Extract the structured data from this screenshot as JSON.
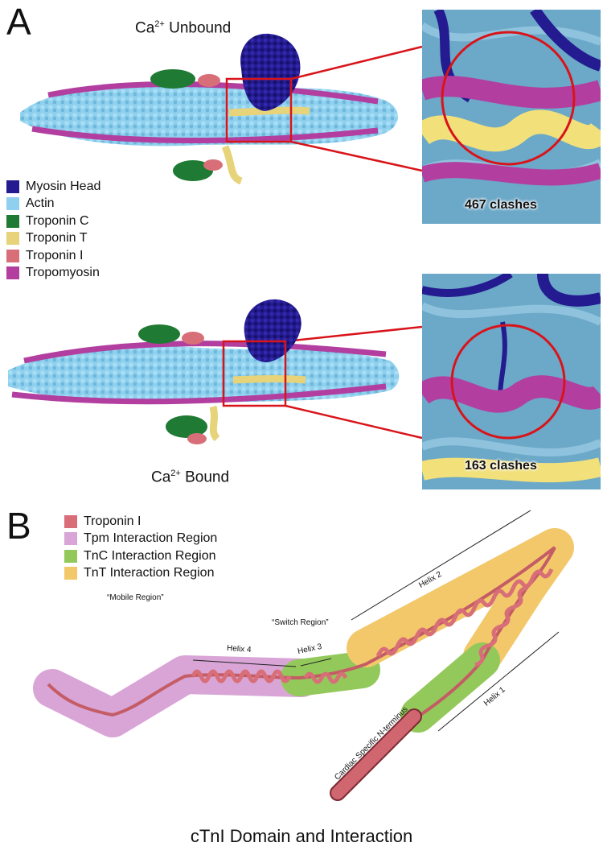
{
  "panel_a": {
    "letter": "A",
    "unbound_label": {
      "prefix": "Ca",
      "sup": "2+",
      "suffix": " Unbound"
    },
    "bound_label": {
      "prefix": "Ca",
      "sup": "2+",
      "suffix": " Bound"
    },
    "legend": [
      {
        "label": "Myosin Head",
        "color": "#231b8f"
      },
      {
        "label": "Actin",
        "color": "#8fd0ee"
      },
      {
        "label": "Troponin C",
        "color": "#1f7a33"
      },
      {
        "label": "Troponin T",
        "color": "#e6d37a"
      },
      {
        "label": "Troponin I",
        "color": "#d86f78"
      },
      {
        "label": "Tropomyosin",
        "color": "#b23fa0"
      }
    ],
    "unbound_clashes": "467 clashes",
    "bound_clashes": "163 clashes",
    "highlight_color": "#d8141a"
  },
  "panel_b": {
    "letter": "B",
    "legend": [
      {
        "label": "Troponin I",
        "color": "#d86f78"
      },
      {
        "label": "Tpm Interaction Region",
        "color": "#d8a5d6"
      },
      {
        "label": "TnC Interaction Region",
        "color": "#93c95a"
      },
      {
        "label": "TnT Interaction Region",
        "color": "#f3c86a"
      }
    ],
    "labels": {
      "mobile_region": "“Mobile Region”",
      "switch_region": "“Switch Region”",
      "helix4": "Helix 4",
      "helix3": "Helix 3",
      "helix2": "Helix 2",
      "helix1": "Helix 1",
      "n_terminus": "Cardiac Specific N-terminus"
    },
    "title": "cTnI Domain and Interaction"
  }
}
